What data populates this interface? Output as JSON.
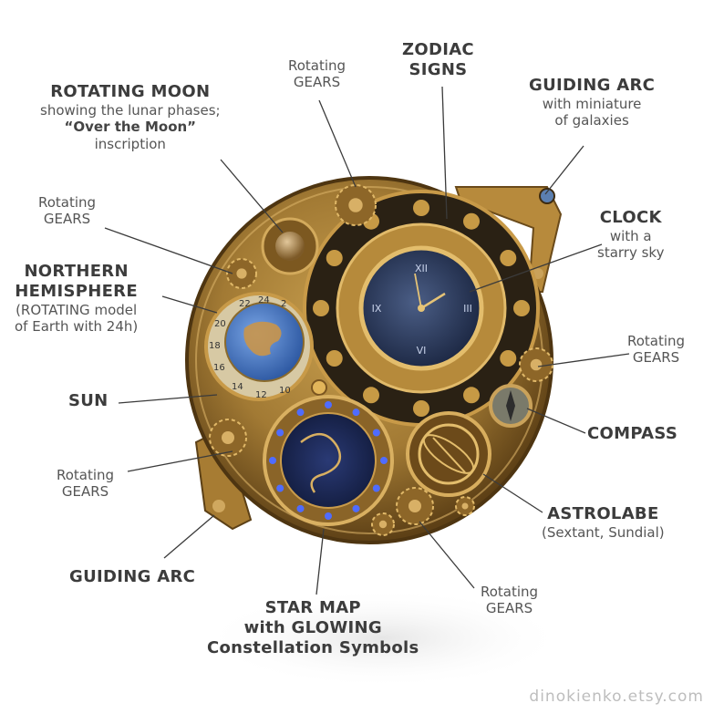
{
  "labels": {
    "zodiac": {
      "title": "ZODIAC",
      "title2": "SIGNS"
    },
    "rotating_moon": {
      "title": "ROTATING MOON",
      "line1": "showing the lunar phases;",
      "line2": "“Over the Moon”",
      "line3": "inscription"
    },
    "guiding_arc_top": {
      "title": "GUIDING ARC",
      "line1": "with miniature",
      "line2": "of galaxies"
    },
    "clock": {
      "title": "CLOCK",
      "line1": "with a",
      "line2": "starry sky"
    },
    "northern_hemisphere": {
      "title": "NORTHERN",
      "title2": "HEMISPHERE",
      "line1": "(ROTATING model",
      "line2": "of Earth with 24h)"
    },
    "sun": {
      "title": "SUN"
    },
    "compass": {
      "title": "COMPASS"
    },
    "astrolabe": {
      "title": "ASTROLABE",
      "line1": "(Sextant, Sundial)"
    },
    "guiding_arc_bottom": {
      "title": "GUIDING ARC"
    },
    "star_map": {
      "title": "STAR MAP",
      "title2": "with GLOWING",
      "line1": "Constellation Symbols"
    },
    "gears_top": {
      "line1": "Rotating",
      "line2": "GEARS"
    },
    "gears_left_top": {
      "line1": "Rotating",
      "line2": "GEARS"
    },
    "gears_left_bottom": {
      "line1": "Rotating",
      "line2": "GEARS"
    },
    "gears_right": {
      "line1": "Rotating",
      "line2": "GEARS"
    },
    "gears_bottom": {
      "line1": "Rotating",
      "line2": "GEARS"
    }
  },
  "hemisphere_numbers": [
    "22",
    "24",
    "2",
    "20",
    "18",
    "16",
    "14",
    "12",
    "10"
  ],
  "clock_numerals": [
    "XII",
    "III",
    "VI",
    "IX"
  ],
  "watermark": "dinokienko.etsy.com",
  "colors": {
    "brass": "#b8893a",
    "dark_brass": "#6e4c1c",
    "navy": "#1c2a4a",
    "globe_blue": "#3d6fb8",
    "glow": "#4f6cff"
  }
}
